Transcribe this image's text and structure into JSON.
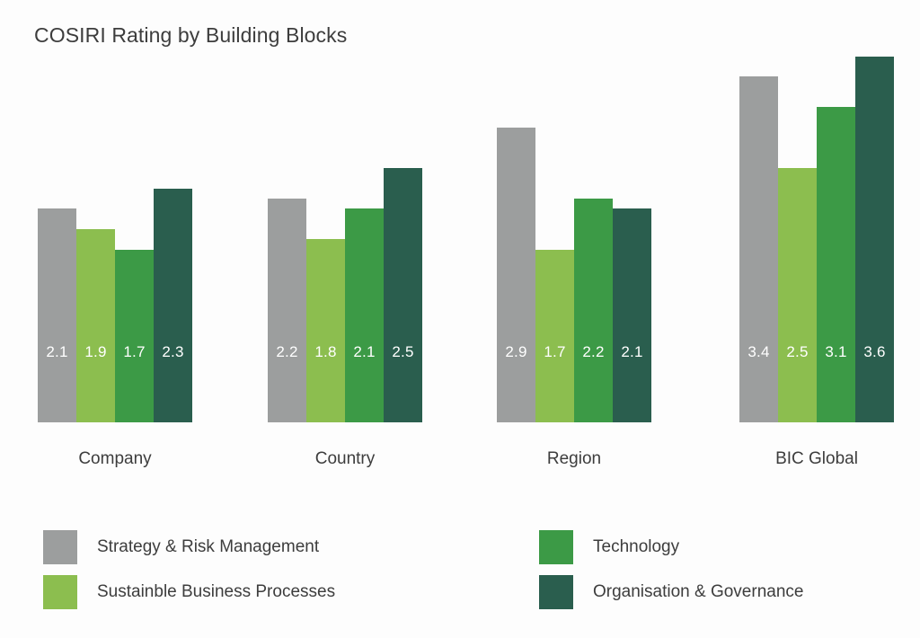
{
  "chart_data": {
    "type": "bar",
    "title": "COSIRI Rating by Building Blocks",
    "xlabel": "",
    "ylabel": "",
    "ylim": [
      0,
      3.8
    ],
    "grid": false,
    "legend_position": "bottom",
    "orientation": "vertical-grouped",
    "categories": [
      "Company",
      "Country",
      "Region",
      "BIC Global"
    ],
    "series": [
      {
        "name": "Strategy & Risk Management",
        "color": "#9c9e9e",
        "values": [
          2.1,
          2.2,
          2.9,
          3.4
        ],
        "labels": [
          "2.1",
          "2.2",
          "2.9",
          "3.4"
        ]
      },
      {
        "name": "Sustainble Business Processes",
        "color": "#8cbe4f",
        "values": [
          1.9,
          1.8,
          1.7,
          2.5
        ],
        "labels": [
          "1.9",
          "1.8",
          "1.7",
          "2.5"
        ]
      },
      {
        "name": "Technology",
        "color": "#3c9a46",
        "values": [
          1.7,
          2.1,
          2.2,
          3.1
        ],
        "labels": [
          "1.7",
          "2.1",
          "2.2",
          "3.1"
        ]
      },
      {
        "name": "Organisation & Governance",
        "color": "#2a5e4e",
        "values": [
          2.3,
          2.5,
          2.1,
          3.6
        ],
        "labels": [
          "2.3",
          "2.5",
          "2.1",
          "3.6"
        ]
      }
    ]
  },
  "legend": {
    "items": [
      {
        "label": "Strategy & Risk Management",
        "color": "#9c9e9e"
      },
      {
        "label": "Sustainble Business Processes",
        "color": "#8cbe4f"
      },
      {
        "label": "Technology",
        "color": "#3c9a46"
      },
      {
        "label": "Organisation & Governance",
        "color": "#2a5e4e"
      }
    ]
  },
  "theme": {
    "background": "#fdfdfd",
    "text_color": "#3d3d3d",
    "value_label_color": "#ffffff"
  }
}
